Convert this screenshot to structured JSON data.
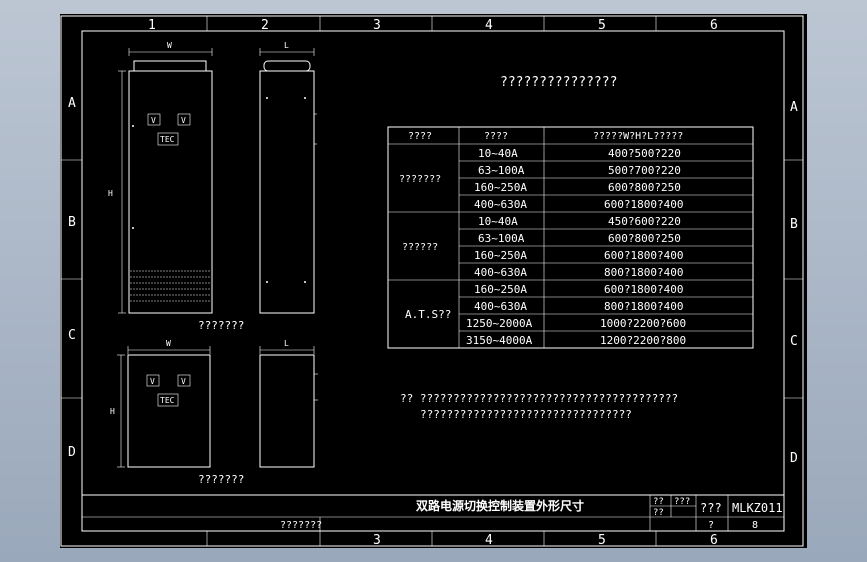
{
  "drawing": {
    "col_markers": [
      "1",
      "2",
      "3",
      "4",
      "5",
      "6"
    ],
    "row_markers": [
      "A",
      "B",
      "C",
      "D"
    ],
    "heading": "???????????????",
    "table": {
      "headers": [
        "????",
        "????",
        "?????W?H?L?????"
      ],
      "groups": [
        {
          "name": "???????",
          "rows": [
            [
              "10~40A",
              "400?500?220"
            ],
            [
              "63~100A",
              "500?700?220"
            ],
            [
              "160~250A",
              "600?800?250"
            ],
            [
              "400~630A",
              "600?1800?400"
            ]
          ]
        },
        {
          "name": "??????",
          "rows": [
            [
              "10~40A",
              "450?600?220"
            ],
            [
              "63~100A",
              "600?800?250"
            ],
            [
              "160~250A",
              "600?1800?400"
            ],
            [
              "400~630A",
              "800?1800?400"
            ]
          ]
        },
        {
          "name": "A.T.S??",
          "rows": [
            [
              "160~250A",
              "600?1800?400"
            ],
            [
              "400~630A",
              "800?1800?400"
            ],
            [
              "1250~2000A",
              "1000?2200?600"
            ],
            [
              "3150~4000A",
              "1200?2200?800"
            ]
          ]
        }
      ]
    },
    "note_line1": "??  ???????????????????????????????????????",
    "note_line2": "????????????????????????????????",
    "cabinet_tall": {
      "width_label": "W",
      "height_label": "H",
      "depth_label": "L",
      "meter1": "V",
      "meter2": "V",
      "brand": "TEC",
      "caption": "???????"
    },
    "cabinet_small": {
      "width_label": "W",
      "height_label": "H",
      "depth_label": "L",
      "meter1": "V",
      "meter2": "V",
      "brand": "TEC",
      "caption": "???????"
    },
    "title_block": {
      "title": "双路电源切换控制装置外形尺寸",
      "code": "MLKZ011",
      "cell_a": "??",
      "cell_b": "??",
      "cell_c": "???",
      "cell_d": "???",
      "cell_e": "?",
      "sheet": "8",
      "bottom_label": "???????"
    }
  }
}
